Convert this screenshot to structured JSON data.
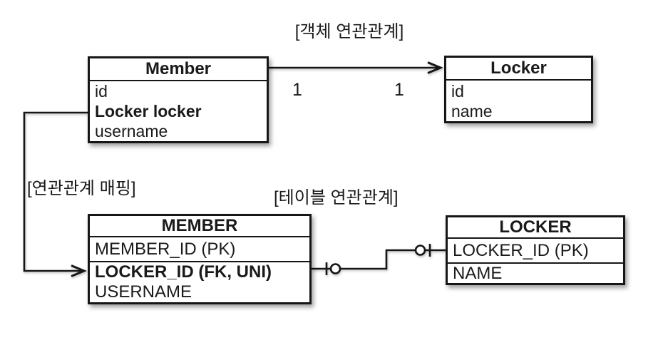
{
  "object_section": {
    "title": "[객체 연관관계]",
    "member_class": {
      "title": "Member",
      "fields": [
        "id",
        "Locker locker",
        "username"
      ]
    },
    "locker_class": {
      "title": "Locker",
      "fields": [
        "id",
        "name"
      ]
    },
    "multiplicity_member_side": "1",
    "multiplicity_locker_side": "1"
  },
  "mapping_label": "[연관관계 매핑]",
  "table_section": {
    "title": "[테이블 연관관계]",
    "member_table": {
      "title": "MEMBER",
      "pk_field": "MEMBER_ID (PK)",
      "fields": [
        "LOCKER_ID (FK, UNI)",
        "USERNAME"
      ]
    },
    "locker_table": {
      "title": "LOCKER",
      "pk_field": "LOCKER_ID (PK)",
      "fields": [
        "NAME"
      ]
    }
  },
  "colors": {
    "line": "#161616",
    "text": "#1a1a1a",
    "background": "#ffffff"
  }
}
